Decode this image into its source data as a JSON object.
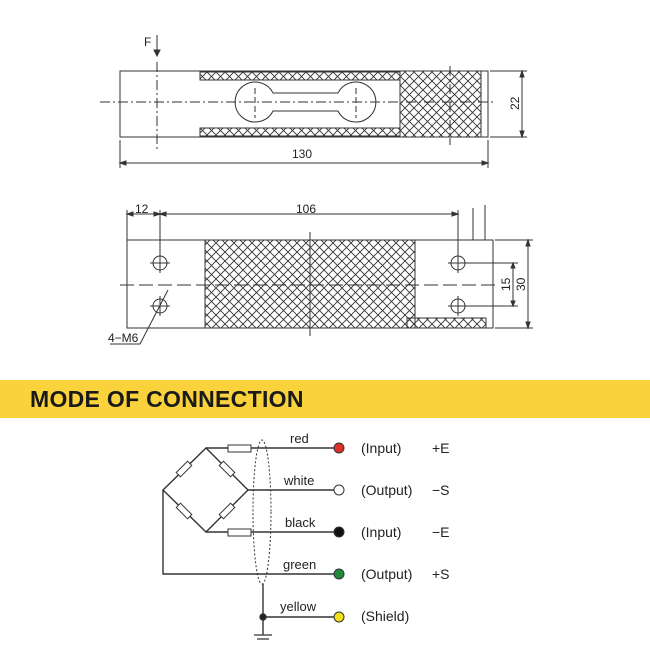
{
  "top_view": {
    "force_label": "F",
    "length_label": "130",
    "height_label": "22"
  },
  "bottom_view": {
    "edge_offset_label": "12",
    "hole_spacing_label": "106",
    "hole_pitch_label": "15",
    "width_label": "30",
    "hole_label": "4−M6"
  },
  "section_title": "MODE OF CONNECTION",
  "wires": [
    {
      "color_name": "red",
      "function": "(Input)",
      "signal": "+E",
      "color": "#e0302a"
    },
    {
      "color_name": "white",
      "function": "(Output)",
      "signal": "−S",
      "color": "#ffffff"
    },
    {
      "color_name": "black",
      "function": "(Input)",
      "signal": "−E",
      "color": "#111111"
    },
    {
      "color_name": "green",
      "function": "(Output)",
      "signal": "+S",
      "color": "#1e8a3a"
    },
    {
      "color_name": "yellow",
      "function": "(Shield)",
      "signal": "",
      "color": "#f2e01c"
    }
  ],
  "colors": {
    "banner": "#f9d23c",
    "line": "#333333"
  }
}
